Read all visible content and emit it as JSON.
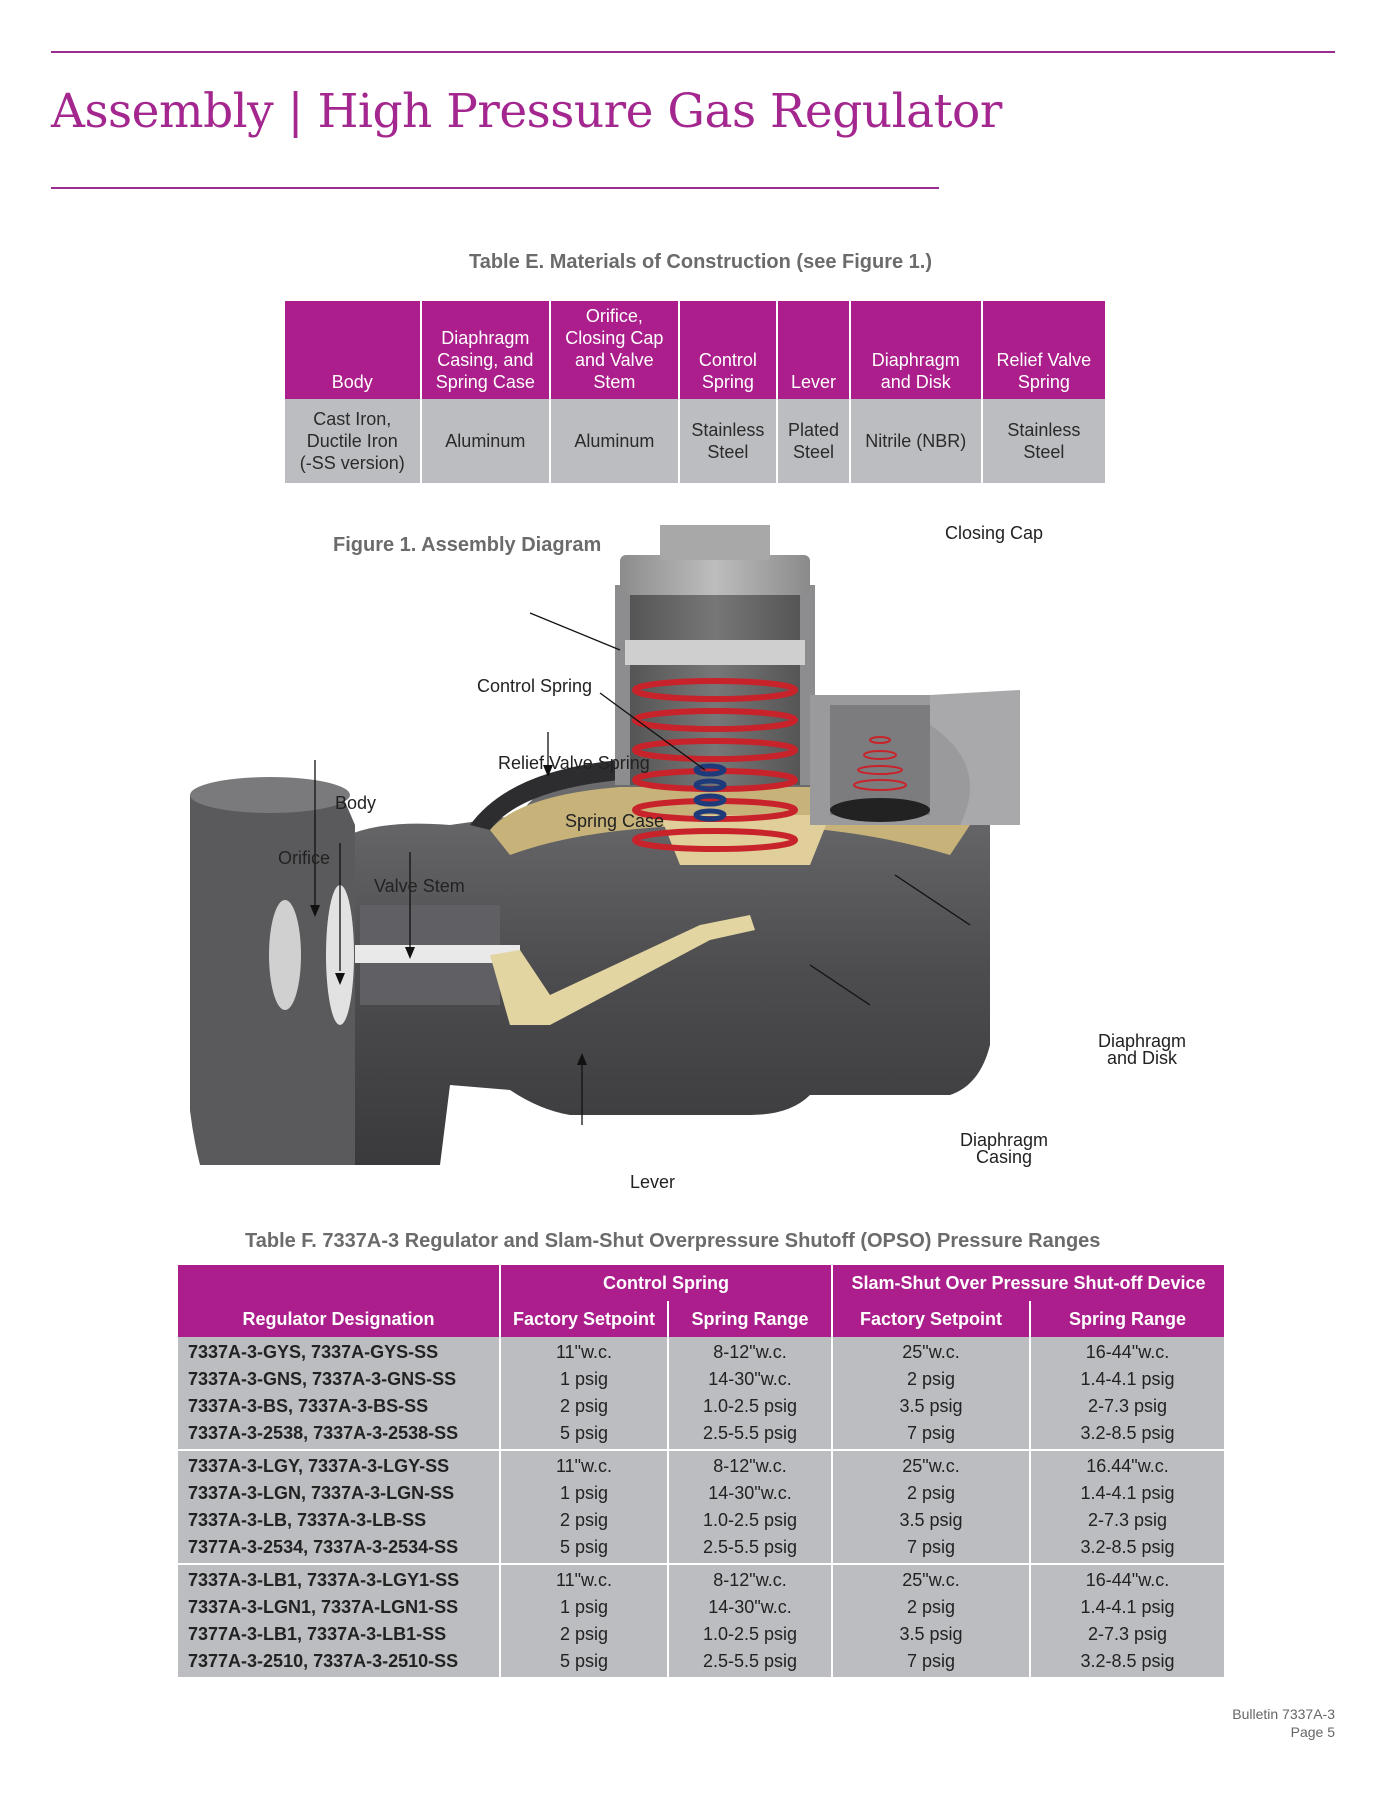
{
  "page": {
    "title": "Assembly | High Pressure Gas Regulator",
    "accent_color": "#ab1e8b",
    "cell_color": "#bcbdc0"
  },
  "table_e": {
    "caption": "Table E. Materials of Construction (see Figure 1.)",
    "headers": [
      [
        "Body"
      ],
      [
        "Diaphragm",
        "Casing, and",
        "Spring Case"
      ],
      [
        "Orifice,",
        "Closing Cap",
        "and Valve",
        "Stem"
      ],
      [
        "Control",
        "Spring"
      ],
      [
        "Lever"
      ],
      [
        "Diaphragm",
        "and Disk"
      ],
      [
        "Relief Valve",
        "Spring"
      ]
    ],
    "values": [
      [
        "Cast Iron,",
        "Ductile Iron",
        "(-SS version)"
      ],
      [
        "Aluminum"
      ],
      [
        "Aluminum"
      ],
      [
        "Stainless",
        "Steel"
      ],
      [
        "Plated",
        "Steel"
      ],
      [
        "Nitrile (NBR)"
      ],
      [
        "Stainless",
        "Steel"
      ]
    ]
  },
  "figure_1": {
    "caption": "Figure 1. Assembly Diagram",
    "labels": {
      "closing_cap": "Closing Cap",
      "control_spring": "Control Spring",
      "relief_valve_spring": "Relief Valve Spring",
      "body": "Body",
      "spring_case": "Spring Case",
      "orifice": "Orifice",
      "valve_stem": "Valve Stem",
      "diaphragm_and_disk_1": "Diaphragm",
      "diaphragm_and_disk_2": "and Disk",
      "diaphragm_casing_1": "Diaphragm",
      "diaphragm_casing_2": "Casing",
      "lever": "Lever"
    }
  },
  "table_f": {
    "caption": "Table F. 7337A-3 Regulator and Slam-Shut Overpressure Shutoff (OPSO) Pressure Ranges",
    "group_headers": {
      "control_spring": "Control Spring",
      "slam_shut": "Slam-Shut Over Pressure Shut-off Device"
    },
    "headers": {
      "designation": "Regulator Designation",
      "cs_setpoint": "Factory Setpoint",
      "cs_range": "Spring Range",
      "ss_setpoint": "Factory Setpoint",
      "ss_range": "Spring Range"
    },
    "groups": [
      {
        "designation": [
          "7337A-3-GYS, 7337A-GYS-SS",
          "7337A-3-GNS, 7337A-3-GNS-SS",
          "7337A-3-BS, 7337A-3-BS-SS",
          "7337A-3-2538, 7337A-3-2538-SS"
        ],
        "cs_setpoint": [
          "11\"w.c.",
          "1 psig",
          "2 psig",
          "5 psig"
        ],
        "cs_range": [
          "8-12\"w.c.",
          "14-30\"w.c.",
          "1.0-2.5 psig",
          "2.5-5.5 psig"
        ],
        "ss_setpoint": [
          "25\"w.c.",
          "2 psig",
          "3.5 psig",
          "7 psig"
        ],
        "ss_range": [
          "16-44\"w.c.",
          "1.4-4.1 psig",
          "2-7.3 psig",
          "3.2-8.5 psig"
        ]
      },
      {
        "designation": [
          "7337A-3-LGY, 7337A-3-LGY-SS",
          "7337A-3-LGN, 7337A-3-LGN-SS",
          "7337A-3-LB, 7337A-3-LB-SS",
          "7377A-3-2534, 7337A-3-2534-SS"
        ],
        "cs_setpoint": [
          "11\"w.c.",
          "1 psig",
          "2 psig",
          "5 psig"
        ],
        "cs_range": [
          "8-12\"w.c.",
          "14-30\"w.c.",
          "1.0-2.5 psig",
          "2.5-5.5 psig"
        ],
        "ss_setpoint": [
          "25\"w.c.",
          "2 psig",
          "3.5 psig",
          "7 psig"
        ],
        "ss_range": [
          "16.44\"w.c.",
          "1.4-4.1 psig",
          "2-7.3 psig",
          "3.2-8.5 psig"
        ]
      },
      {
        "designation": [
          "7337A-3-LB1, 7337A-3-LGY1-SS",
          "7337A-3-LGN1, 7337A-LGN1-SS",
          "7377A-3-LB1, 7337A-3-LB1-SS",
          "7377A-3-2510, 7337A-3-2510-SS"
        ],
        "cs_setpoint": [
          "11\"w.c.",
          "1 psig",
          "2 psig",
          "5 psig"
        ],
        "cs_range": [
          "8-12\"w.c.",
          "14-30\"w.c.",
          "1.0-2.5 psig",
          "2.5-5.5 psig"
        ],
        "ss_setpoint": [
          "25\"w.c.",
          "2 psig",
          "3.5 psig",
          "7 psig"
        ],
        "ss_range": [
          "16-44\"w.c.",
          "1.4-4.1 psig",
          "2-7.3 psig",
          "3.2-8.5 psig"
        ]
      }
    ]
  },
  "footer": {
    "bulletin": "Bulletin 7337A-3",
    "page": "Page 5"
  }
}
